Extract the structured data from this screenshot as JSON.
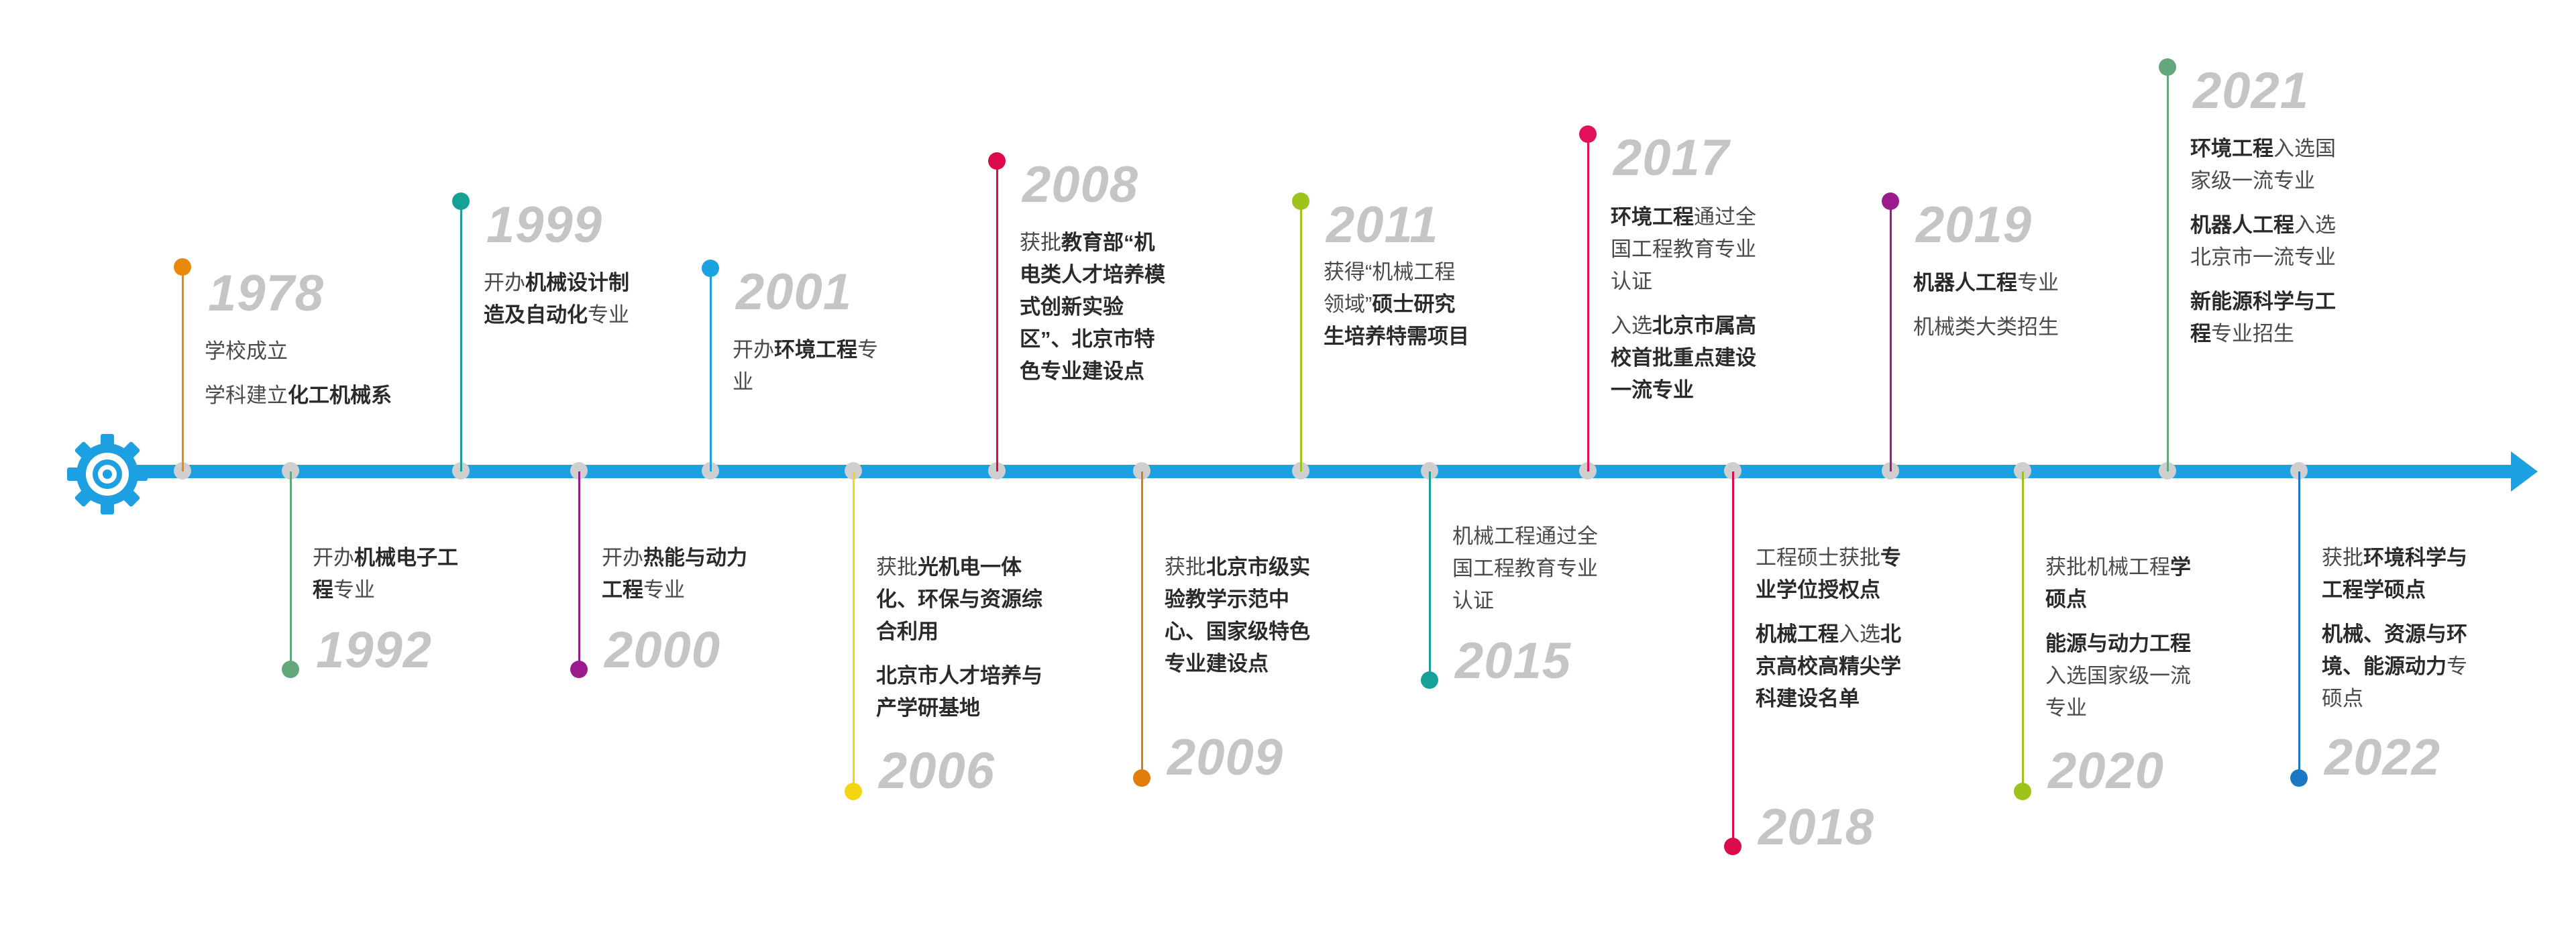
{
  "timeline": {
    "items": [
      {
        "year": "1978",
        "color": "#e8890c",
        "side": "top",
        "lines": [
          [
            [
              "学校成立",
              false
            ]
          ],
          [
            [
              "学科建立",
              false
            ],
            [
              "化工机械系",
              true
            ]
          ]
        ]
      },
      {
        "year": "1992",
        "color": "#62a87c",
        "side": "bottom",
        "lines": [
          [
            [
              "开办",
              false
            ],
            [
              "机械电子工程",
              true
            ],
            [
              "专业",
              false
            ]
          ]
        ]
      },
      {
        "year": "1999",
        "color": "#16a196",
        "side": "top",
        "lines": [
          [
            [
              "开办",
              false
            ],
            [
              "机械设计制造及自动化",
              true
            ],
            [
              "专业",
              false
            ]
          ]
        ]
      },
      {
        "year": "2000",
        "color": "#9c1b8c",
        "side": "bottom",
        "lines": [
          [
            [
              "开办",
              false
            ],
            [
              "热能与动力工程",
              true
            ],
            [
              "专业",
              false
            ]
          ]
        ]
      },
      {
        "year": "2001",
        "color": "#1ba2e0",
        "side": "top",
        "lines": [
          [
            [
              "开办",
              false
            ],
            [
              "环境工程",
              true
            ],
            [
              "专业",
              false
            ]
          ]
        ]
      },
      {
        "year": "2006",
        "color": "#f4d511",
        "side": "bottom",
        "lines": [
          [
            [
              "获批",
              false
            ],
            [
              "光机电一体化、环保与资源综合利用",
              true
            ]
          ],
          [
            [
              "北京市人才培养与产学研基地",
              true
            ]
          ]
        ]
      },
      {
        "year": "2008",
        "color": "#db0b4a",
        "side": "top",
        "lines": [
          [
            [
              "获批",
              false
            ],
            [
              "教育部",
              true
            ],
            [
              "“机电类人才培养模式创新实验区”、北京市特色专业建设点",
              true
            ]
          ]
        ]
      },
      {
        "year": "2009",
        "color": "#e07b0c",
        "side": "bottom",
        "lines": [
          [
            [
              "获批",
              false
            ],
            [
              "北京市级实验教学示范中心、国家级特色专业建设点",
              true
            ]
          ]
        ]
      },
      {
        "year": "2011",
        "color": "#9dc41a",
        "side": "top",
        "lines": [
          [
            [
              "获得“机械工程领域”",
              false
            ],
            [
              "硕士研究生培养特需项目",
              true
            ]
          ]
        ]
      },
      {
        "year": "2015",
        "color": "#18a19a",
        "side": "bottom",
        "lines": [
          [
            [
              "机械工程通过全国工程教育专业认证",
              false
            ]
          ]
        ]
      },
      {
        "year": "2017",
        "color": "#e2105a",
        "side": "top",
        "lines": [
          [
            [
              "环境工程",
              true
            ],
            [
              "通过全国工程教育专业认证",
              false
            ]
          ],
          [
            [
              "入选",
              false
            ],
            [
              "北京市属高校首批重点建设一流专业",
              true
            ]
          ]
        ]
      },
      {
        "year": "2018",
        "color": "#db0b4a",
        "side": "bottom",
        "lines": [
          [
            [
              "工程硕士获批",
              false
            ],
            [
              "专业学位授权点",
              true
            ]
          ],
          [
            [
              "机械工程",
              true
            ],
            [
              "入选",
              false
            ],
            [
              "北京高校高精尖学科建设名单",
              true
            ]
          ]
        ]
      },
      {
        "year": "2019",
        "color": "#9c1b8c",
        "side": "top",
        "lines": [
          [
            [
              "机器人工程",
              true
            ],
            [
              "专业",
              false
            ]
          ],
          [
            [
              "机械类大类招生",
              false
            ]
          ]
        ]
      },
      {
        "year": "2020",
        "color": "#9dc41a",
        "side": "bottom",
        "lines": [
          [
            [
              "获批机械工程",
              false
            ],
            [
              "学硕点",
              true
            ]
          ],
          [
            [
              "能源与动力工程",
              true
            ],
            [
              "入选国家级一流专业",
              false
            ]
          ]
        ]
      },
      {
        "year": "2021",
        "color": "#62a87c",
        "side": "top",
        "lines": [
          [
            [
              "环境工程",
              true
            ],
            [
              "入选国家级一流专业",
              false
            ]
          ],
          [
            [
              "机器人工程",
              true
            ],
            [
              "入选北京市一流专业",
              false
            ]
          ],
          [
            [
              "新能源科学与工程",
              true
            ],
            [
              "专业招生",
              false
            ]
          ]
        ]
      },
      {
        "year": "2022",
        "color": "#1b78c2",
        "side": "bottom",
        "lines": [
          [
            [
              "获批",
              false
            ],
            [
              "环境科学与工程学硕点",
              true
            ]
          ],
          [
            [
              "机械、资源与环境、能源动力",
              true
            ],
            [
              "专硕点",
              false
            ]
          ]
        ]
      }
    ],
    "axis_color": "#1da0e2",
    "tick_color": "#cfcfcf",
    "year_color": "#c5c5c5"
  }
}
